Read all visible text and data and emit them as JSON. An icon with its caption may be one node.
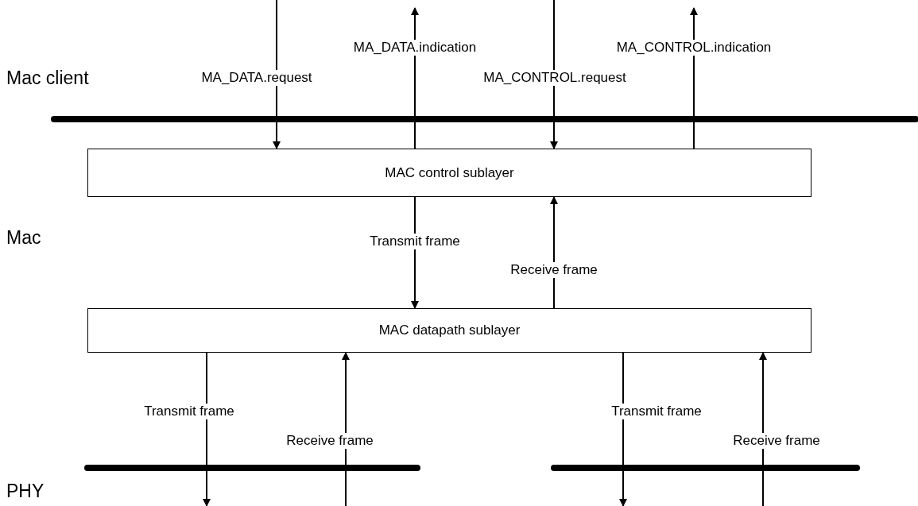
{
  "diagram": {
    "nodes": [
      {
        "text": [
          "MAC control sublayer"
        ]
      },
      {
        "text": [
          "MAC datapath sublayer"
        ]
      }
    ],
    "edges": [
      {
        "from": null,
        "to": 0,
        "arrow": "to",
        "label": "MA_DATA.request"
      },
      {
        "from": 0,
        "to": null,
        "arrow": "to",
        "label": "MA_DATA.indication"
      },
      {
        "from": null,
        "to": 0,
        "arrow": "to",
        "label": "MA_CONTROL.request"
      },
      {
        "from": 0,
        "to": null,
        "arrow": "to",
        "label": "MA_CONTROL.indication"
      },
      {
        "from": 0,
        "to": 1,
        "arrow": "to",
        "label": "Transmit frame"
      },
      {
        "from": 1,
        "to": 0,
        "arrow": "to",
        "label": "Receive frame"
      },
      {
        "from": 1,
        "to": null,
        "arrow": "to",
        "label": "Transmit frame"
      },
      {
        "from": null,
        "to": 1,
        "arrow": "to",
        "label": "Receive frame"
      },
      {
        "from": 1,
        "to": null,
        "arrow": "to",
        "label": "Transmit frame"
      },
      {
        "from": null,
        "to": 1,
        "arrow": "to",
        "label": "Receive frame"
      }
    ],
    "labels": [
      "Mac client",
      "Mac",
      "PHY"
    ]
  }
}
